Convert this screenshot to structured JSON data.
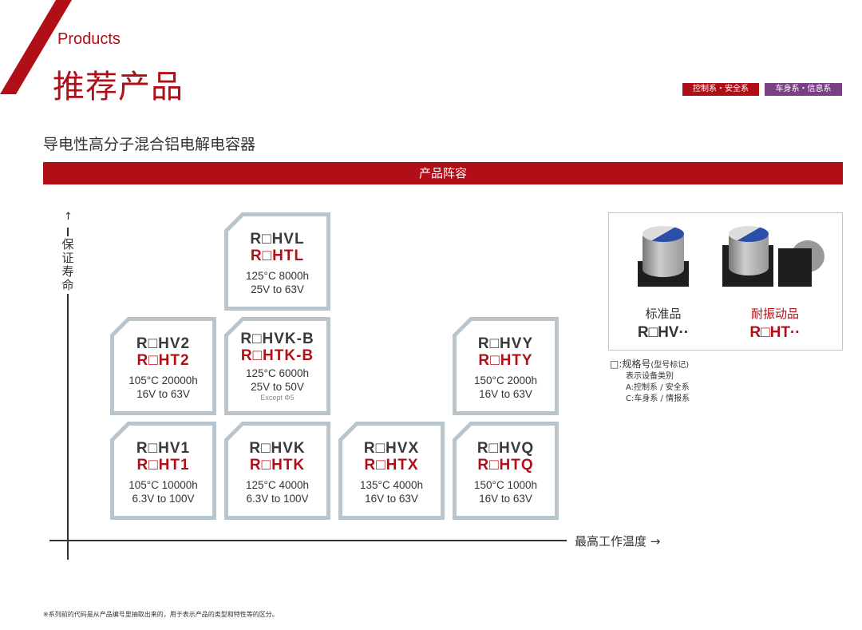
{
  "header": {
    "products": "Products",
    "title": "推荐产品"
  },
  "tags": [
    {
      "label": "控制系・安全系",
      "color": "#b00f17"
    },
    {
      "label": "车身系・信息系",
      "color": "#7b3f85"
    }
  ],
  "subtitle": "导电性高分子混合铝电解电容器",
  "section_bar": "产品阵容",
  "axes": {
    "y_label": "保证寿命",
    "y_arrow": "↑",
    "x_label": "最高工作温度 →"
  },
  "cards": [
    {
      "std": "R□HVL",
      "av": "R□HTL",
      "spec1": "125°C 8000h",
      "spec2": "25V to 63V"
    },
    {
      "std": "R□HV2",
      "av": "R□HT2",
      "spec1": "105°C 20000h",
      "spec2": "16V to 63V"
    },
    {
      "std": "R□HVK-B",
      "av": "R□HTK-B",
      "spec1": "125°C 6000h",
      "spec2": "25V to 50V",
      "note": "Except Φ5"
    },
    {
      "std": "R□HVY",
      "av": "R□HTY",
      "spec1": "150°C 2000h",
      "spec2": "16V to 63V"
    },
    {
      "std": "R□HV1",
      "av": "R□HT1",
      "spec1": "105°C 10000h",
      "spec2": "6.3V to 100V"
    },
    {
      "std": "R□HVK",
      "av": "R□HTK",
      "spec1": "125°C 4000h",
      "spec2": "6.3V to 100V"
    },
    {
      "std": "R□HVX",
      "av": "R□HTX",
      "spec1": "135°C 4000h",
      "spec2": "16V to 63V"
    },
    {
      "std": "R□HVQ",
      "av": "R□HTQ",
      "spec1": "150°C 1000h",
      "spec2": "16V to 63V"
    }
  ],
  "photo_panel": {
    "standard_label": "标准品",
    "standard_code": "R□HV··",
    "antivib_label": "耐振动品",
    "antivib_code": "R□HT··"
  },
  "legend": {
    "title": "□:规格号",
    "title_small": "(型号标记)",
    "line1": "表示设备类别",
    "line2": "A:控制系 / 安全系",
    "line3": "C:车身系 / 情报系"
  },
  "footnote": "※系列前的代码是从产品编号里抽取出来的，用于表示产品的类型和特性等的区分。"
}
